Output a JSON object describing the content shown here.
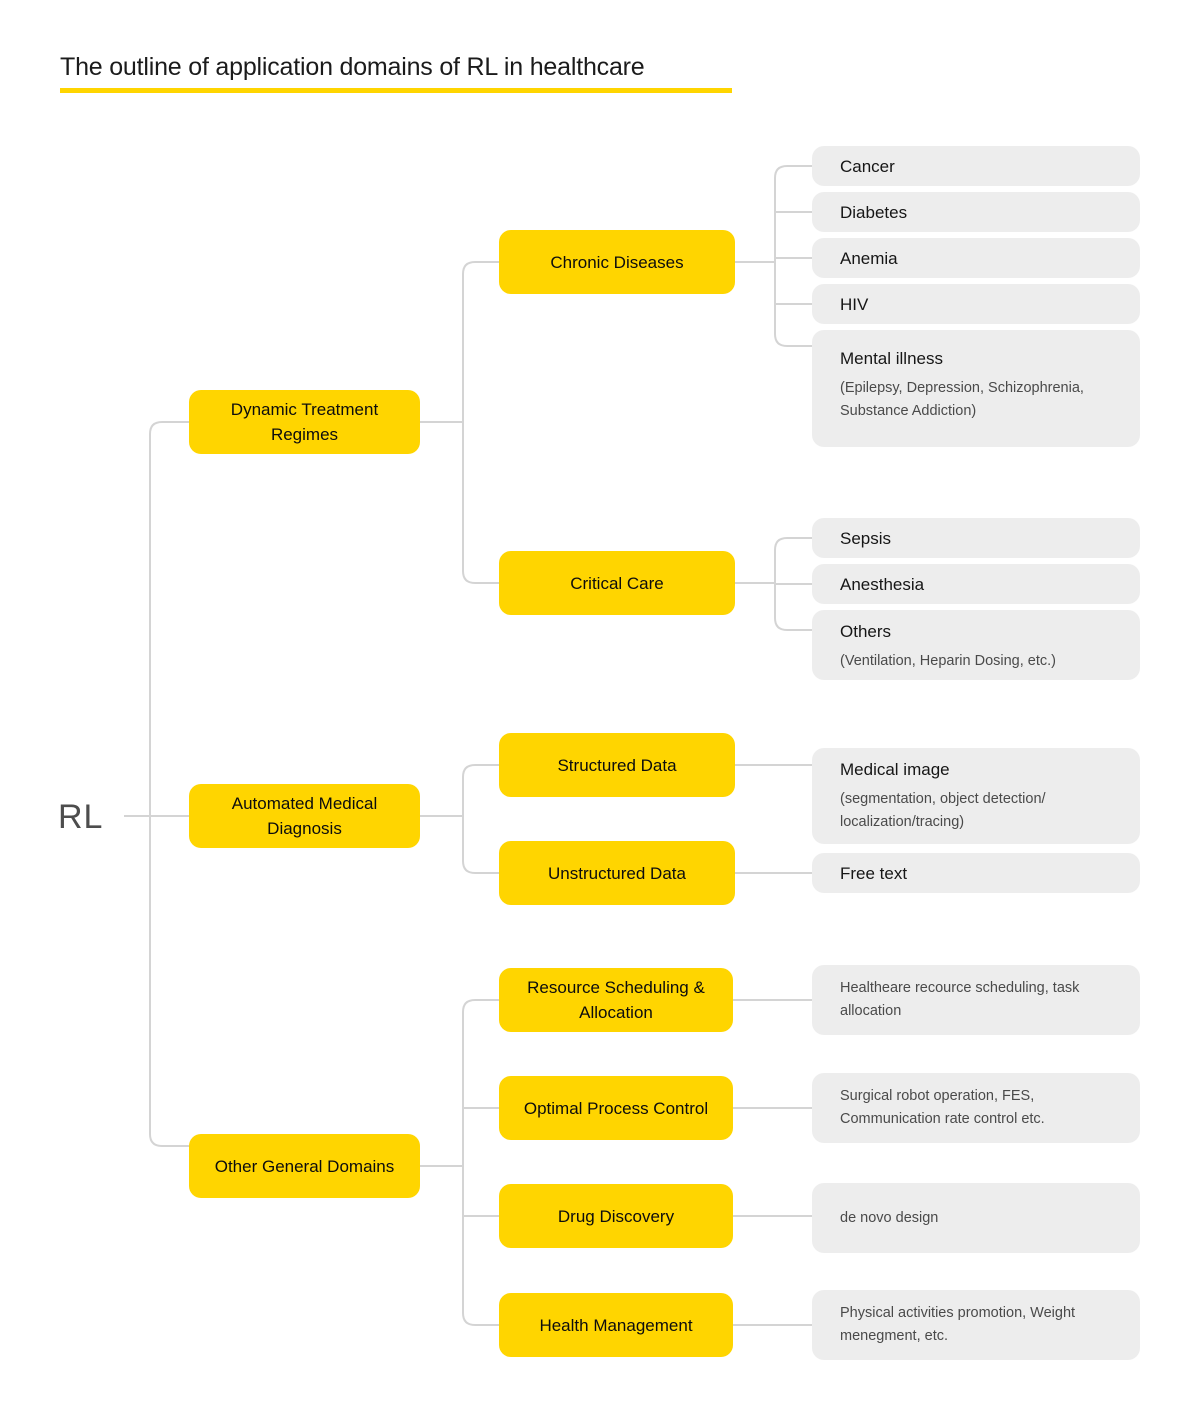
{
  "header": {
    "title": "The outline of application domains of RL in healthcare",
    "accent_color": "#FFD500"
  },
  "colors": {
    "node_yellow": "#FFD500",
    "node_gray": "#EDEDED",
    "connector": "#D4D4D4",
    "text_primary": "#161616",
    "text_secondary": "#4A4A4A"
  },
  "root": {
    "label": "RL"
  },
  "branches": [
    {
      "id": "dynamic-treatment-regimes",
      "label": "Dynamic Treatment Regimes",
      "children": [
        {
          "id": "chronic-diseases",
          "label": "Chronic Diseases",
          "leaves": [
            {
              "id": "cancer",
              "title": "Cancer",
              "sub": ""
            },
            {
              "id": "diabetes",
              "title": "Diabetes",
              "sub": ""
            },
            {
              "id": "anemia",
              "title": "Anemia",
              "sub": ""
            },
            {
              "id": "hiv",
              "title": "HIV",
              "sub": ""
            },
            {
              "id": "mental-illness",
              "title": "Mental illness",
              "sub": "(Epilepsy, Depression, Schizophrenia, Substance Addiction)"
            }
          ]
        },
        {
          "id": "critical-care",
          "label": "Critical Care",
          "leaves": [
            {
              "id": "sepsis",
              "title": "Sepsis",
              "sub": ""
            },
            {
              "id": "anesthesia",
              "title": "Anesthesia",
              "sub": ""
            },
            {
              "id": "others",
              "title": "Others",
              "sub": "(Ventilation, Heparin Dosing, etc.)"
            }
          ]
        }
      ]
    },
    {
      "id": "automated-medical-diagnosis",
      "label": "Automated Medical Diagnosis",
      "children": [
        {
          "id": "structured-data",
          "label": "Structured Data",
          "leaves": [
            {
              "id": "medical-image",
              "title": "Medical image",
              "sub": "(segmentation, object detection/ localization/tracing)"
            }
          ]
        },
        {
          "id": "unstructured-data",
          "label": "Unstructured Data",
          "leaves": [
            {
              "id": "free-text",
              "title": "Free text",
              "sub": ""
            }
          ]
        }
      ]
    },
    {
      "id": "other-general-domains",
      "label": "Other General Domains",
      "children": [
        {
          "id": "resource-scheduling-allocation",
          "label": "Resource Scheduling & Allocation",
          "leaves": [
            {
              "id": "healthcare-resource-scheduling",
              "title": "",
              "sub": "Healtheare recource scheduling, task allocation"
            }
          ]
        },
        {
          "id": "optimal-process-control",
          "label": "Optimal Process Control",
          "leaves": [
            {
              "id": "surgical-robot-operation",
              "title": "",
              "sub": "Surgical robot operation, FES, Communication rate control etc."
            }
          ]
        },
        {
          "id": "drug-discovery",
          "label": "Drug Discovery",
          "leaves": [
            {
              "id": "de-novo-design",
              "title": "",
              "sub": "de novo design"
            }
          ]
        },
        {
          "id": "health-management",
          "label": "Health Management",
          "leaves": [
            {
              "id": "physical-activities-promotion",
              "title": "",
              "sub": "Physical activities promotion, Weight menegment, etc."
            }
          ]
        }
      ]
    }
  ]
}
